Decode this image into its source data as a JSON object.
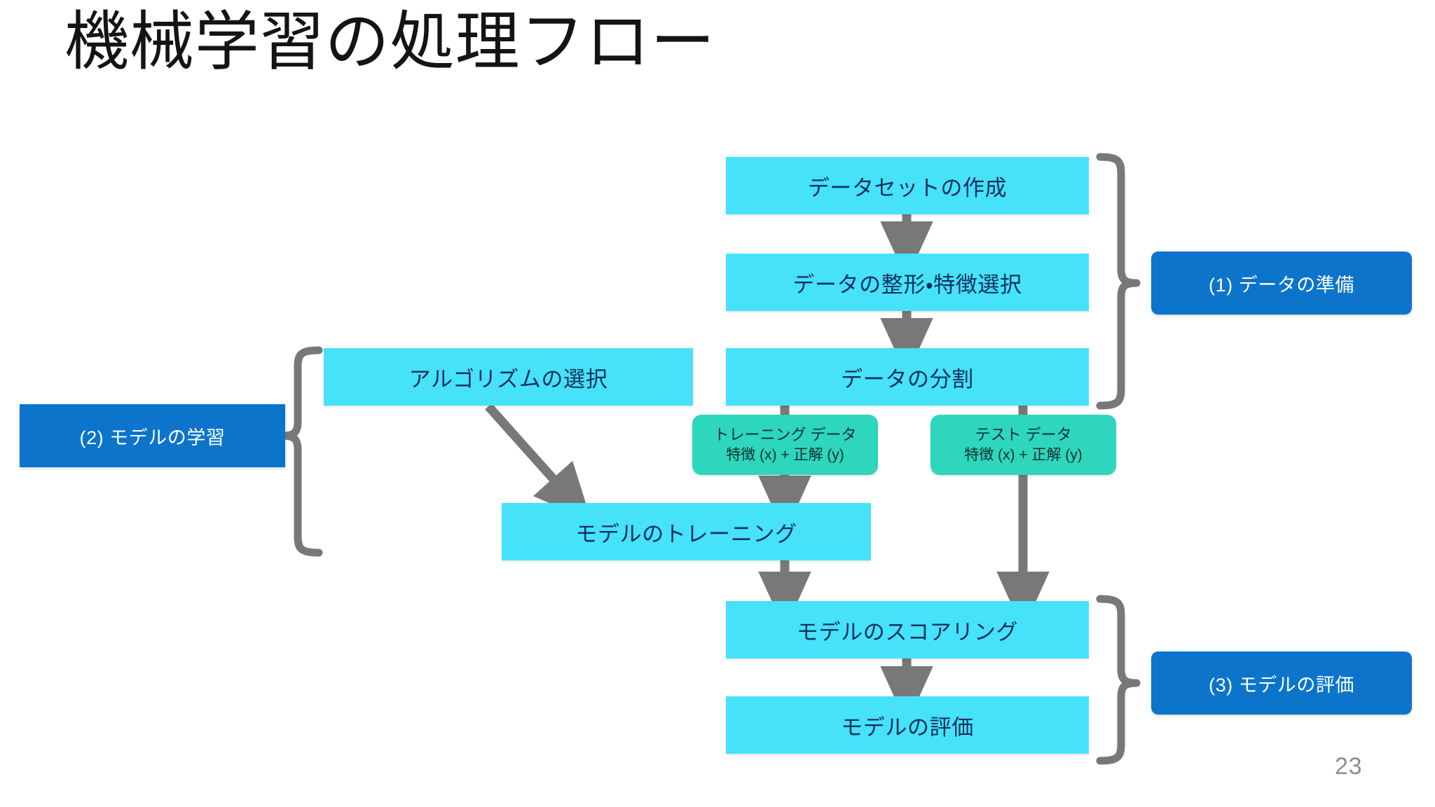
{
  "slide": {
    "title": "機械学習の処理フロー",
    "page_number": "23",
    "background_color": "#ffffff"
  },
  "colors": {
    "title_text": "#141414",
    "process_box_fill": "#45E2FA",
    "process_box_text": "#14305c",
    "data_box_fill": "#2DD6BD",
    "data_box_text": "#10312e",
    "phase_label_fill": "#0C74CA",
    "phase_label_text": "#ffffff",
    "connector_gray": "#787878",
    "page_number_text": "#8d8f92"
  },
  "flow": {
    "process_nodes": [
      {
        "id": "dataset-creation",
        "label": "データセットの作成"
      },
      {
        "id": "data-shaping",
        "label": "データの整形・特徴選択"
      },
      {
        "id": "data-split",
        "label": "データの分割"
      },
      {
        "id": "algorithm-select",
        "label": "アルゴリズムの選択"
      },
      {
        "id": "model-training",
        "label": "モデルのトレーニング"
      },
      {
        "id": "model-scoring",
        "label": "モデルのスコアリング"
      },
      {
        "id": "model-evaluation",
        "label": "モデルの評価"
      }
    ],
    "data_nodes": [
      {
        "id": "training-data",
        "line1": "トレーニング データ",
        "line2": "特徴 (x) + 正解 (y)"
      },
      {
        "id": "test-data",
        "line1": "テスト データ",
        "line2": "特徴 (x) + 正解 (y)"
      }
    ],
    "phase_labels": [
      {
        "id": "phase-1",
        "label": "(1) データの準備"
      },
      {
        "id": "phase-2",
        "label": "(2) モデルの学習"
      },
      {
        "id": "phase-3",
        "label": "(3) モデルの評価"
      }
    ]
  },
  "chart_data": {
    "type": "diagram",
    "title": "機械学習の処理フロー",
    "nodes": [
      {
        "id": "dataset-creation",
        "label": "データセットの作成",
        "kind": "process",
        "phase": "(1) データの準備"
      },
      {
        "id": "data-shaping",
        "label": "データの整形・特徴選択",
        "kind": "process",
        "phase": "(1) データの準備"
      },
      {
        "id": "data-split",
        "label": "データの分割",
        "kind": "process",
        "phase": "(1) データの準備"
      },
      {
        "id": "training-data",
        "label": "トレーニング データ 特徴 (x) + 正解 (y)",
        "kind": "data"
      },
      {
        "id": "test-data",
        "label": "テスト データ 特徴 (x) + 正解 (y)",
        "kind": "data"
      },
      {
        "id": "algorithm-select",
        "label": "アルゴリズムの選択",
        "kind": "process",
        "phase": "(2) モデルの学習"
      },
      {
        "id": "model-training",
        "label": "モデルのトレーニング",
        "kind": "process",
        "phase": "(2) モデルの学習"
      },
      {
        "id": "model-scoring",
        "label": "モデルのスコアリング",
        "kind": "process",
        "phase": "(3) モデルの評価"
      },
      {
        "id": "model-evaluation",
        "label": "モデルの評価",
        "kind": "process",
        "phase": "(3) モデルの評価"
      }
    ],
    "edges": [
      {
        "from": "dataset-creation",
        "to": "data-shaping"
      },
      {
        "from": "data-shaping",
        "to": "data-split"
      },
      {
        "from": "data-split",
        "to": "training-data"
      },
      {
        "from": "data-split",
        "to": "test-data"
      },
      {
        "from": "training-data",
        "to": "model-training"
      },
      {
        "from": "algorithm-select",
        "to": "model-training"
      },
      {
        "from": "model-training",
        "to": "model-scoring"
      },
      {
        "from": "test-data",
        "to": "model-scoring"
      },
      {
        "from": "model-scoring",
        "to": "model-evaluation"
      }
    ]
  }
}
